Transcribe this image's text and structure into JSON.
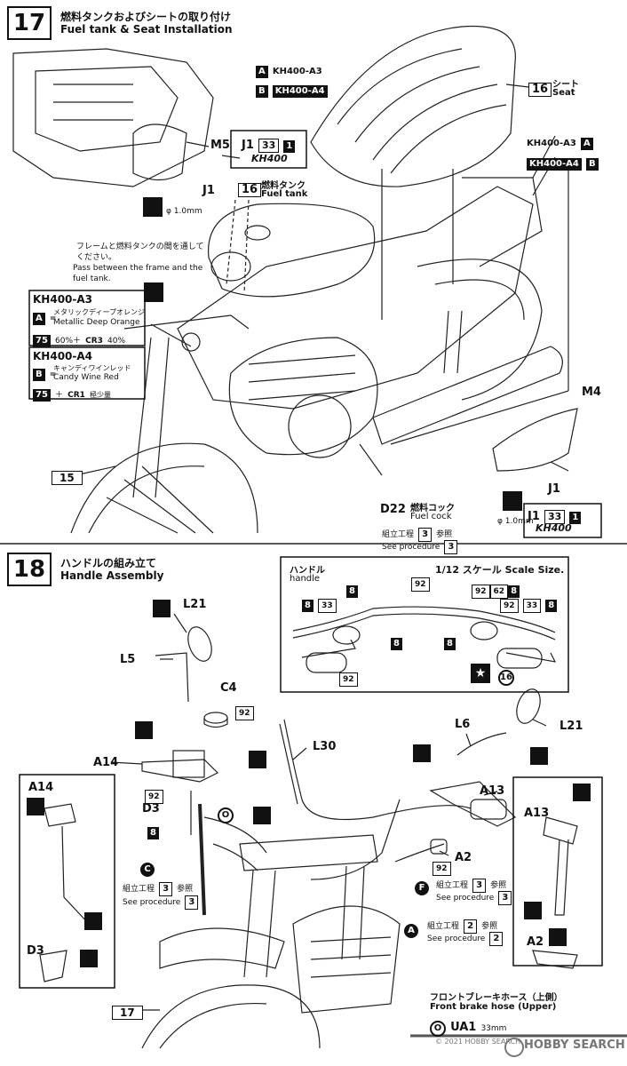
{
  "step17": {
    "number": "17",
    "title_ja": "燃料タンクおよびシートの取り付け",
    "title_en": "Fuel tank & Seat Installation",
    "variant_a": "KH400-A3",
    "variant_b": "KH400-A4",
    "letter_a": "A",
    "letter_b": "B",
    "seat_num": "16",
    "seat_ja": "シート",
    "seat_en": "Seat",
    "tank_num": "16",
    "tank_ja": "燃料タンク",
    "tank_en": "Fuel tank",
    "m5": "M5",
    "m4": "M4",
    "j1": "J1",
    "j1_num": "J1",
    "decal_33": "33",
    "decal_1": "1",
    "kh400_logo": "KH400",
    "drill_size": "φ 1.0mm",
    "note_ja": "フレームと燃料タンクの間を通してください。",
    "note_en": "Pass between the frame and the fuel tank.",
    "color_a_title": "KH400-A3",
    "color_a_ja": "メタリックディープオレンジ",
    "color_a_en": "Metallic Deep Orange",
    "color_a_mix_code": "75",
    "color_a_mix": "60%＋",
    "color_a_cr": "CR3",
    "color_a_pct": "40%",
    "color_b_title": "KH400-A4",
    "color_b_ja": "キャンディワインレッド",
    "color_b_en": "Candy Wine Red",
    "color_b_mix_code": "75",
    "color_b_mix": "＋",
    "color_b_cr": "CR1",
    "color_b_small": "極少量",
    "part_15": "15",
    "d22": "D22",
    "fuel_cock_ja": "燃料コック",
    "fuel_cock_en": "Fuel cock",
    "proc_ja_prefix": "組立工程",
    "proc_num": "3",
    "proc_ja_suffix": "参照",
    "proc_en": "See procedure"
  },
  "step18": {
    "number": "18",
    "title_ja": "ハンドルの組み立て",
    "title_en": "Handle Assembly",
    "scale_ja": "ハンドル",
    "scale_en": "handle",
    "scale_title": "1/12 スケール Scale Size.",
    "parts": {
      "l21": "L21",
      "l5": "L5",
      "c4": "C4",
      "a14": "A14",
      "d3": "D3",
      "l30": "L30",
      "l6": "L6",
      "a13": "A13",
      "a2": "A2",
      "p17": "17"
    },
    "paint": {
      "p92": "92",
      "p8": "8",
      "p33": "33",
      "p62": "62",
      "p16": "16"
    },
    "markers": {
      "c": "C",
      "o": "O",
      "f": "F",
      "a": "A"
    },
    "proc_ja_prefix": "組立工程",
    "proc_ja_suffix": "参照",
    "proc_en": "See procedure",
    "proc_c": "3",
    "proc_f": "3",
    "proc_a": "2",
    "brake_hose_ja": "フロントブレーキホース（上側）",
    "brake_hose_en": "Front brake hose (Upper)",
    "hose_part": "UA1",
    "hose_len": "33mm"
  },
  "watermark": "HOBBY SEARCH",
  "watermark_sub": "© 2021 HOBBY SEARCH"
}
